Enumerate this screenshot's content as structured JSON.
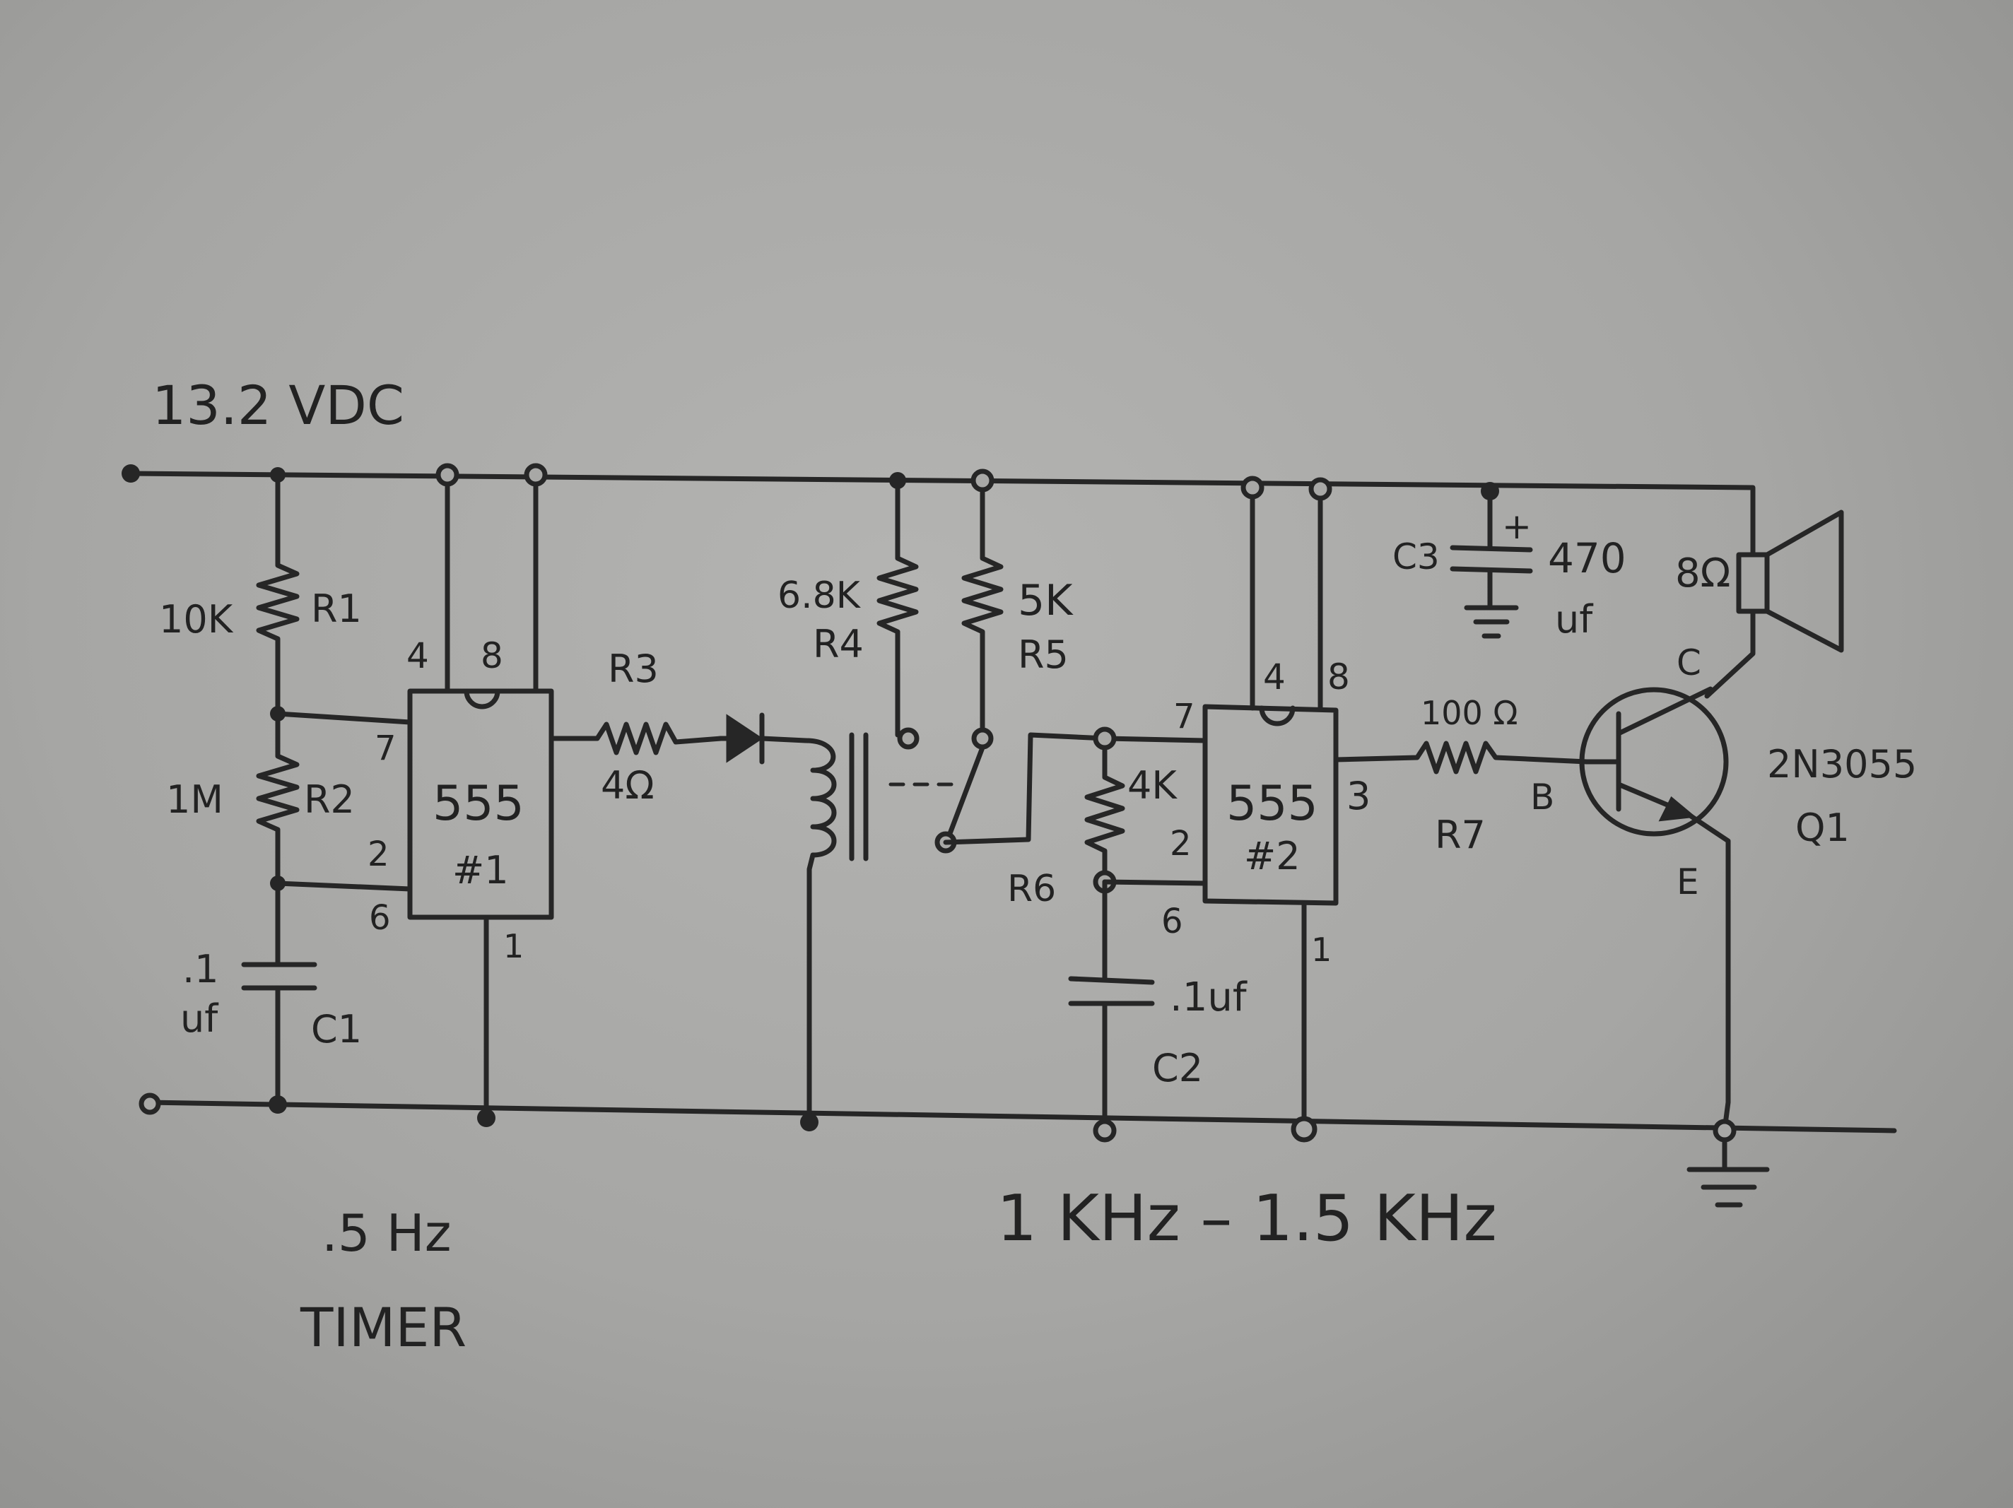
{
  "supply": "13.2 VDC",
  "timer1": {
    "r1_value": "10K",
    "r1_name": "R1",
    "r2_value": "1M",
    "r2_name": "R2",
    "c1_value_1": ".1",
    "c1_value_2": "uf",
    "c1_name": "C1",
    "chip": "555",
    "chip_id": "#1",
    "pin4": "4",
    "pin8": "8",
    "pin7": "7",
    "pin2": "2",
    "pin6": "6",
    "pin1": "1",
    "caption_freq": ".5 Hz",
    "caption_name": "TIMER"
  },
  "relay": {
    "r3_name": "R3",
    "r3_value": "4Ω",
    "r4_value": "6.8K",
    "r4_name": "R4",
    "r5_value": "5K",
    "r5_name": "R5"
  },
  "timer2": {
    "r6_value": "4K",
    "r6_name": "R6",
    "c2_value": ".1uf",
    "c2_name": "C2",
    "chip": "555",
    "chip_id": "#2",
    "pin4": "4",
    "pin8": "8",
    "pin7": "7",
    "pin2": "2",
    "pin6": "6",
    "pin1": "1",
    "pin3": "3",
    "caption_freq": "1 KHz – 1.5 KHz"
  },
  "output": {
    "c3_name": "C3",
    "c3_value_1": "470",
    "c3_value_2": "uf",
    "c3_plus": "+",
    "speaker": "8Ω",
    "r7_value": "100 Ω",
    "r7_name": "R7",
    "q1_part": "2N3055",
    "q1_name": "Q1",
    "pin_b": "B",
    "pin_c": "C",
    "pin_e": "E"
  }
}
